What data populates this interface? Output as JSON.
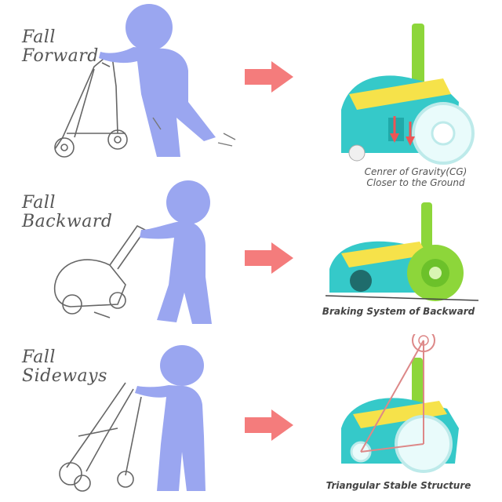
{
  "rows": [
    {
      "label_line1": "Fall",
      "label_line2": "Forward",
      "caption_line1": "Cenrer of Gravity(CG)",
      "caption_line2": "Closer to the Ground"
    },
    {
      "label_line1": "Fall",
      "label_line2": "Backward",
      "caption_line1": "Braking System of Backward"
    },
    {
      "label_line1": "Fall",
      "label_line2": "Sideways",
      "caption_line1": "Triangular Stable Structure"
    }
  ],
  "colors": {
    "silhouette": "#9aa6f0",
    "arrow": "#f47c7c",
    "toy_teal": "#35c9c9",
    "toy_green": "#8dd63a"
  },
  "icons": [
    "toddler-silhouette",
    "walker-sketch",
    "right-arrow",
    "toy-walker-photo"
  ]
}
